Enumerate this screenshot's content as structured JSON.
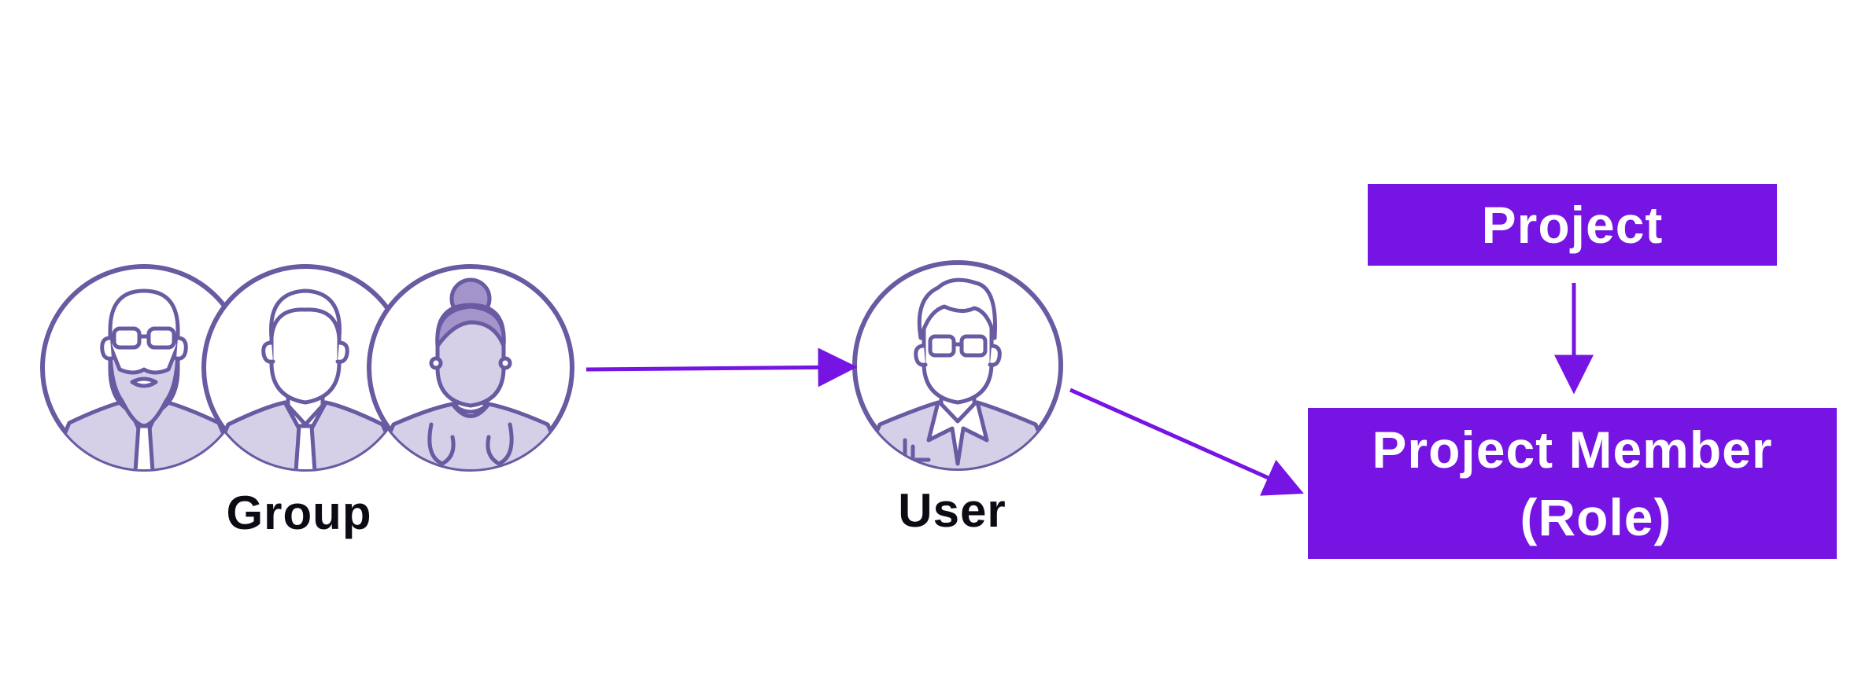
{
  "colors": {
    "accent": "#7514e3",
    "outline": "#6a5aa2",
    "skin_fill": "#ffffff",
    "shade_fill": "#d5cfe8",
    "hair_fill": "#a394cc"
  },
  "nodes": {
    "group": {
      "label": "Group",
      "icons": [
        "bearded-man-icon",
        "man-icon",
        "woman-icon"
      ]
    },
    "user": {
      "label": "User",
      "icon": "man-with-glasses-icon"
    },
    "project": {
      "label": "Project"
    },
    "project_member": {
      "line1": "Project Member",
      "line2": "(Role)"
    }
  },
  "edges": [
    {
      "from": "group",
      "to": "user"
    },
    {
      "from": "user",
      "to": "project_member"
    },
    {
      "from": "project",
      "to": "project_member"
    }
  ]
}
